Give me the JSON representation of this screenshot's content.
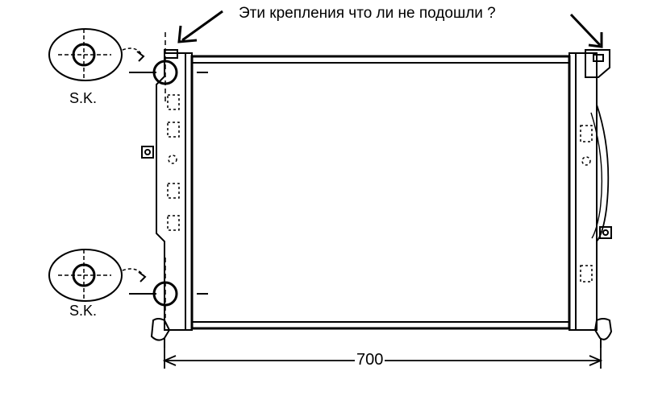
{
  "annotation": {
    "text": "Эти крепления что ли не подошли ?"
  },
  "labels": {
    "top_callout": "S.K.",
    "bottom_callout": "S.K."
  },
  "dimension": {
    "width_value": "700"
  },
  "colors": {
    "line": "#000000",
    "background": "#ffffff"
  }
}
